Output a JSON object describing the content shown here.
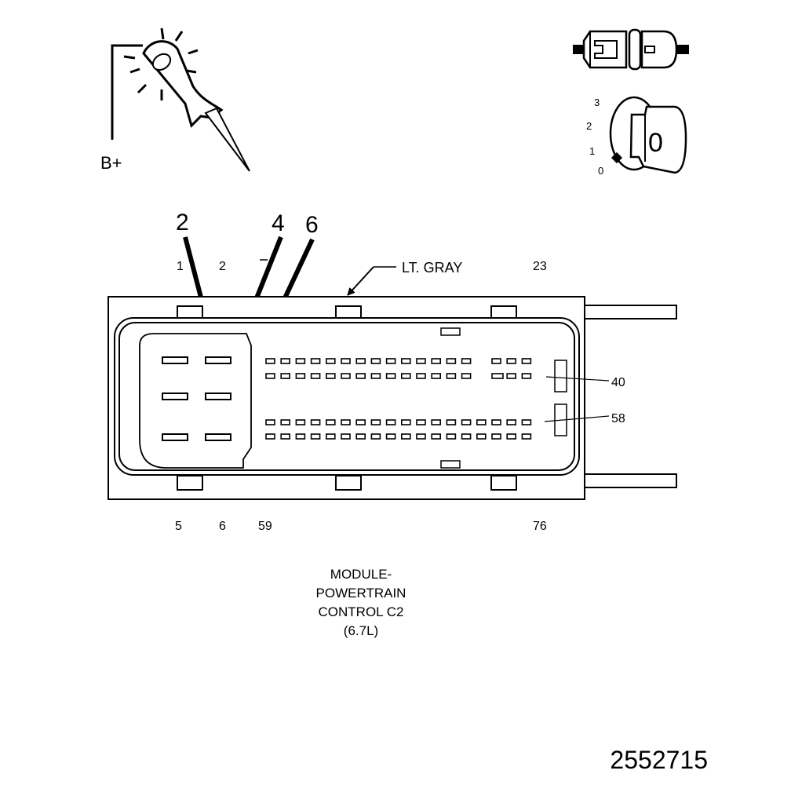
{
  "test_light": {
    "supply_label": "B+"
  },
  "ignition": {
    "positions": [
      "0",
      "1",
      "2",
      "3"
    ],
    "key_label": "0"
  },
  "callouts": [
    "2",
    "4",
    "6"
  ],
  "connector": {
    "color_label": "LT. GRAY",
    "top_numbers": [
      "1",
      "2",
      "23"
    ],
    "bottom_numbers": [
      "5",
      "6",
      "59",
      "76"
    ],
    "side_numbers": [
      "40",
      "58"
    ]
  },
  "caption": {
    "line1": "MODULE-",
    "line2": "POWERTRAIN",
    "line3": "CONTROL C2",
    "line4": "(6.7L)"
  },
  "figure_id": "2552715",
  "colors": {
    "line": "#000000",
    "background": "#ffffff"
  }
}
